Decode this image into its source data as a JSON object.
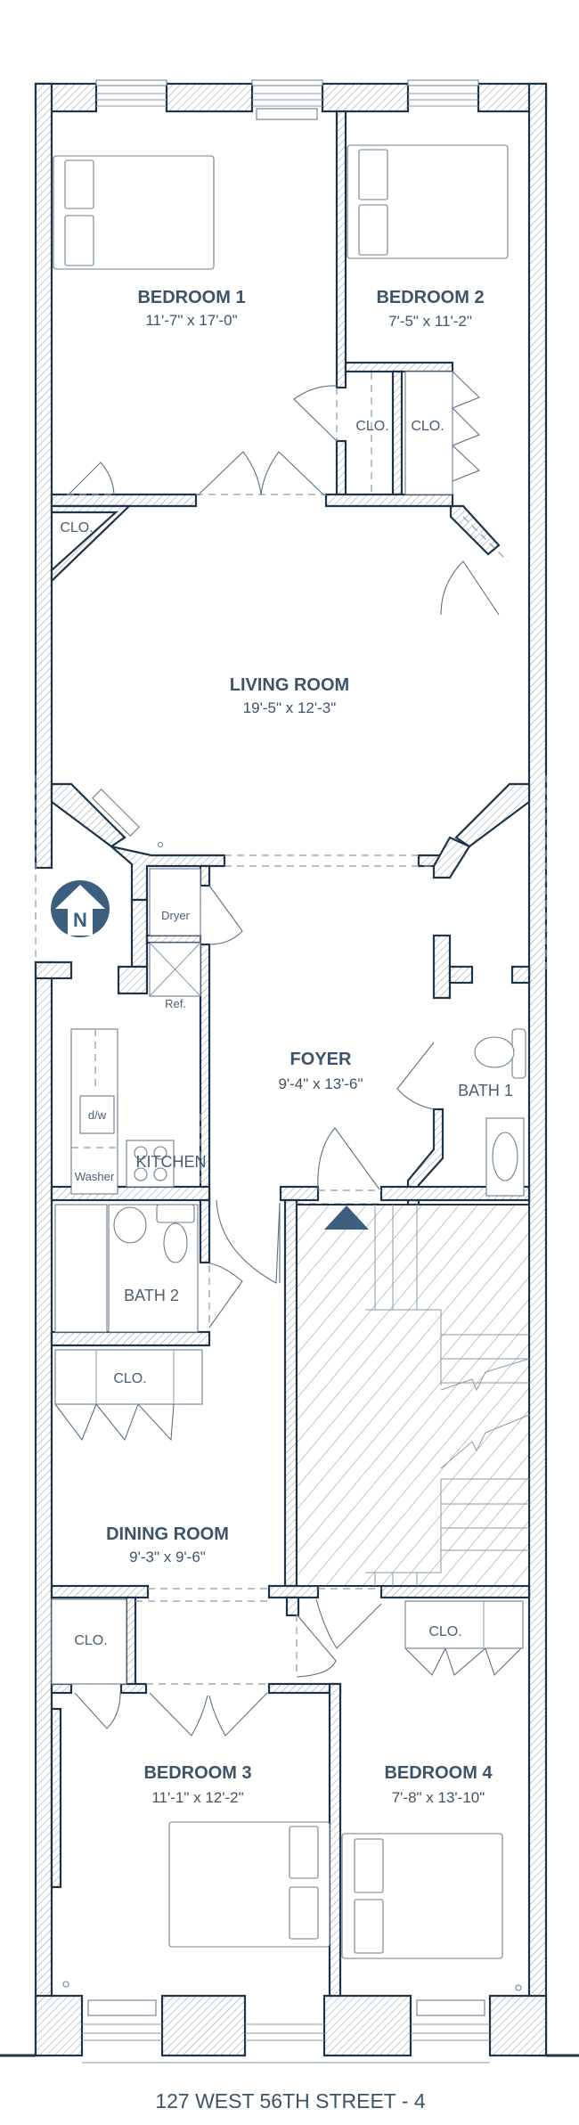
{
  "plan": {
    "title": "127 WEST 56TH STREET - 4",
    "colors": {
      "wall_outline": "#1e3448",
      "label": "#3d5468",
      "hatch": "#8a9aa8",
      "north_badge": "#3d5f7f"
    },
    "north_indicator": {
      "icon": "north-arrow-icon",
      "label": "N"
    },
    "rooms": {
      "bedroom1": {
        "name": "BEDROOM 1",
        "dims": "11'-7\" x 17'-0\""
      },
      "bedroom2": {
        "name": "BEDROOM 2",
        "dims": "7'-5\" x 11'-2\""
      },
      "living": {
        "name": "LIVING ROOM",
        "dims": "19'-5\" x 12'-3\""
      },
      "foyer": {
        "name": "FOYER",
        "dims": "9'-4\" x 13'-6\""
      },
      "kitchen": {
        "name": "KITCHEN"
      },
      "bath1": {
        "name": "BATH 1"
      },
      "bath2": {
        "name": "BATH 2"
      },
      "dining": {
        "name": "DINING ROOM",
        "dims": "9'-3\" x 9'-6\""
      },
      "bedroom3": {
        "name": "BEDROOM 3",
        "dims": "11'-1\" x 12'-2\""
      },
      "bedroom4": {
        "name": "BEDROOM 4",
        "dims": "7'-8\" x 13'-10\""
      }
    },
    "closets": {
      "bed1_closet": "CLO.",
      "bed2_closet_a": "CLO.",
      "bed2_closet_b": "CLO.",
      "dining_closet": "CLO.",
      "bed3_closet": "CLO.",
      "bed4_closet": "CLO."
    },
    "appliances": {
      "dryer": "Dryer",
      "refrigerator": "Ref.",
      "dishwasher": "d/w",
      "washer": "Washer"
    }
  }
}
